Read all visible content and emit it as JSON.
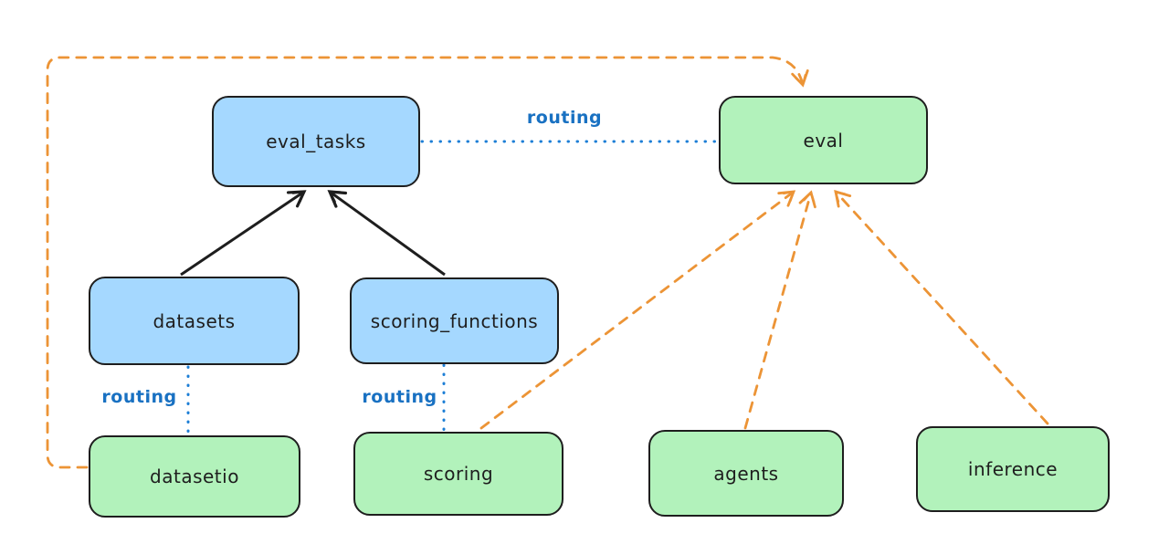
{
  "diagram": {
    "nodes": {
      "eval_tasks": {
        "label": "eval_tasks",
        "kind": "resource"
      },
      "eval": {
        "label": "eval",
        "kind": "api"
      },
      "datasets": {
        "label": "datasets",
        "kind": "resource"
      },
      "scoring_functions": {
        "label": "scoring_functions",
        "kind": "resource"
      },
      "datasetio": {
        "label": "datasetio",
        "kind": "api"
      },
      "scoring": {
        "label": "scoring",
        "kind": "api"
      },
      "agents": {
        "label": "agents",
        "kind": "api"
      },
      "inference": {
        "label": "inference",
        "kind": "api"
      }
    },
    "edge_label": "routing",
    "edges": [
      {
        "from": "datasets",
        "to": "eval_tasks",
        "style": "solid-black-arrow"
      },
      {
        "from": "scoring_functions",
        "to": "eval_tasks",
        "style": "solid-black-arrow"
      },
      {
        "from": "eval_tasks",
        "to": "eval",
        "style": "dotted-blue",
        "label": "routing"
      },
      {
        "from": "datasets",
        "to": "datasetio",
        "style": "dotted-blue",
        "label": "routing"
      },
      {
        "from": "scoring_functions",
        "to": "scoring",
        "style": "dotted-blue",
        "label": "routing"
      },
      {
        "from": "datasetio",
        "to": "eval",
        "style": "dashed-orange-arrow"
      },
      {
        "from": "scoring",
        "to": "eval",
        "style": "dashed-orange-arrow"
      },
      {
        "from": "agents",
        "to": "eval",
        "style": "dashed-orange-arrow"
      },
      {
        "from": "inference",
        "to": "eval",
        "style": "dashed-orange-arrow"
      }
    ],
    "colors": {
      "resource_fill": "#a5d8ff",
      "api_fill": "#b2f2bb",
      "stroke": "#1e1e1e",
      "routing_blue": "#1971c2",
      "dashed_orange": "#ec9436",
      "background": "#ffffff"
    }
  }
}
